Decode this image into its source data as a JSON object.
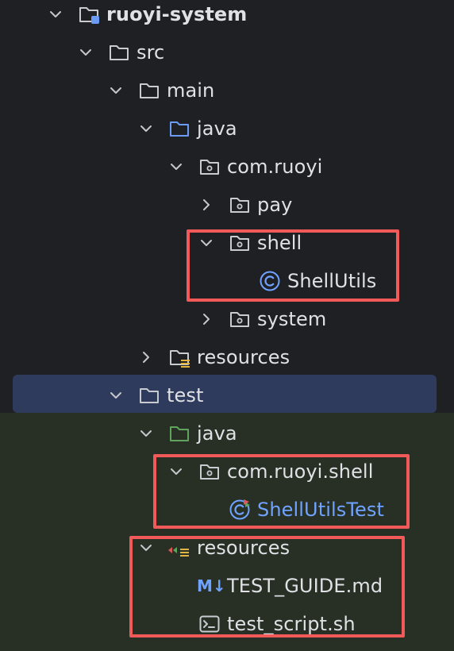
{
  "tree": {
    "module": "ruoyi-system",
    "src": "src",
    "main": "main",
    "main_java": "java",
    "main_pkg": "com.ruoyi",
    "pkg_pay": "pay",
    "pkg_shell": "shell",
    "class_shell_utils": "ShellUtils",
    "pkg_system": "system",
    "main_resources": "resources",
    "test": "test",
    "test_java": "java",
    "test_pkg": "com.ruoyi.shell",
    "test_class": "ShellUtilsTest",
    "test_resources": "resources",
    "file_guide": "TEST_GUIDE.md",
    "file_guide_badge": "M↓",
    "file_script": "test_script.sh"
  },
  "icons": {
    "folder": "folder-icon",
    "package": "package-icon",
    "module": "module-folder-icon",
    "source_root": "source-root-folder-icon",
    "test_root": "test-source-root-folder-icon",
    "resources_root": "resources-root-folder-icon",
    "test_resources_root": "test-resources-root-folder-icon",
    "class": "class-icon",
    "test_class": "test-class-icon",
    "markdown": "markdown-file-icon",
    "shell": "shell-script-icon"
  },
  "colors": {
    "background": "#1f2023",
    "test_background": "#283026",
    "selection": "#2f3b5c",
    "highlight_border": "#f25a5a",
    "source_root_blue": "#6a9cf5",
    "test_root_green": "#5fa35c",
    "class_blue": "#6fa3ff"
  }
}
